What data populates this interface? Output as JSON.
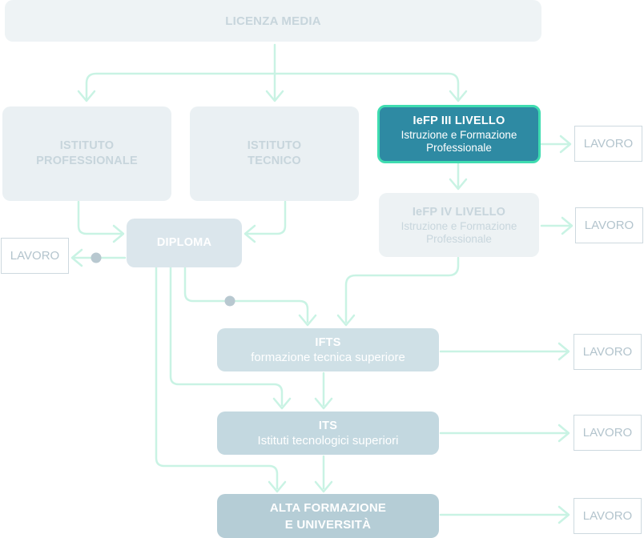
{
  "colors": {
    "connector": "#c9f3e4",
    "dot": "#b8c8d0",
    "active_fill": "#2e8aa3",
    "active_border": "#3fdcb0",
    "pale_fill": "#eaf0f3",
    "secondary_fill": "#c3d8e0"
  },
  "nodes": {
    "licenza": {
      "title": "LICENZA MEDIA"
    },
    "professionale": {
      "title": "ISTITUTO\nPROFESSIONALE"
    },
    "tecnico": {
      "title": "ISTITUTO\nTECNICO"
    },
    "iefp3": {
      "title": "IeFP III LIVELLO",
      "subtitle": "Istruzione e Formazione Professionale"
    },
    "iefp4": {
      "title": "IeFP IV LIVELLO",
      "subtitle": "Istruzione e Formazione Professionale"
    },
    "diploma": {
      "title": "DIPLOMA"
    },
    "ifts": {
      "title": "IFTS",
      "subtitle": "formazione tecnica superiore"
    },
    "its": {
      "title": "ITS",
      "subtitle": "Istituti tecnologici superiori"
    },
    "alta": {
      "title": "ALTA FORMAZIONE\nE UNIVERSITÀ"
    }
  },
  "work": {
    "iefp3": "LAVORO",
    "iefp4": "LAVORO",
    "diploma": "LAVORO",
    "ifts": "LAVORO",
    "its": "LAVORO",
    "alta": "LAVORO"
  }
}
